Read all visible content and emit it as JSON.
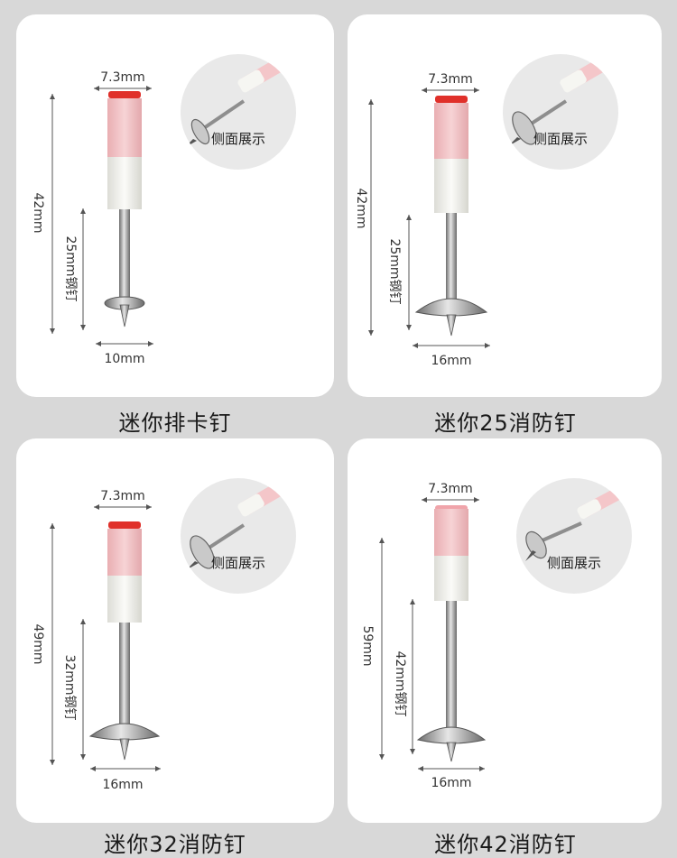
{
  "panels": [
    {
      "caption": "迷你排卡钉",
      "top_width": "7.3mm",
      "total_length": "42mm",
      "nail_length": "25mm钢钉",
      "washer": "10mm",
      "side_view": "侧面展示"
    },
    {
      "caption": "迷你25消防钉",
      "top_width": "7.3mm",
      "total_length": "42mm",
      "nail_length": "25mm钢钉",
      "washer": "16mm",
      "side_view": "侧面展示"
    },
    {
      "caption": "迷你32消防钉",
      "top_width": "7.3mm",
      "total_length": "49mm",
      "nail_length": "32mm钢钉",
      "washer": "16mm",
      "side_view": "侧面展示"
    },
    {
      "caption": "迷你42消防钉",
      "top_width": "7.3mm",
      "total_length": "59mm",
      "nail_length": "42mm钢钉",
      "washer": "16mm",
      "side_view": "侧面展示"
    }
  ],
  "colors": {
    "cap_red": "#e0302a",
    "pink": "#f2c3c6",
    "sleeve_white": "#f3f3ee",
    "steel": "#9a9a9a"
  }
}
